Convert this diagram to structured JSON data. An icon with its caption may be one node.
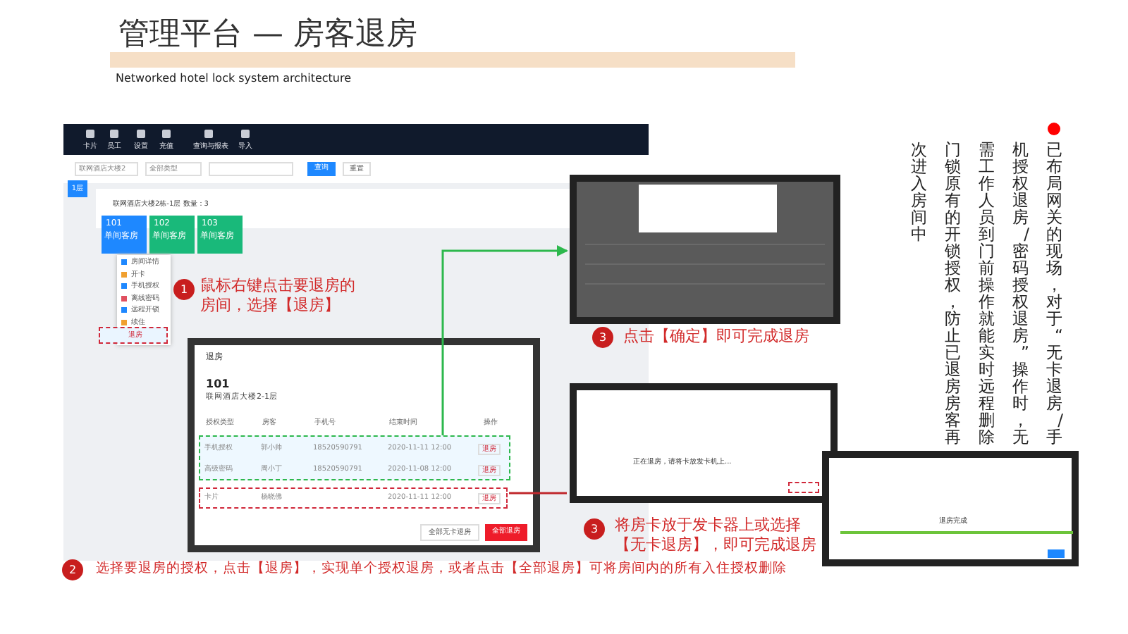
{
  "diagram": {
    "title": "管理平台 — 房客退房",
    "nodes": [
      {
        "text": [],
        "shape": "picture"
      },
      {
        "text": [
          "退房"
        ],
        "in": 0
      },
      {
        "text": [
          "退房",
          "101",
          "联网酒店大楼2-1层"
        ],
        "in": 0
      },
      {
        "text": [
          "手机授权",
          "郭小帅",
          "18520590791",
          "2020-11-11 12:00",
          "退房",
          "高级密码",
          "周小丁",
          "18520590791",
          "2020-11-08 12:00",
          "退房"
        ],
        "in": 2
      },
      {
        "text": [
          "卡片",
          "杨晓佛",
          "2020-11-11 12:00",
          "退房"
        ],
        "in": 2
      },
      {
        "text": [],
        "shape": "picture"
      },
      {
        "text": [
          "正在退房，请将卡放发卡机上..."
        ]
      },
      {
        "text": [
          "退房完成"
        ]
      }
    ],
    "edges": [
      {
        "from": 3,
        "to": 5,
        "arrow": "to",
        "color": "#2db84d"
      },
      {
        "from": 4,
        "to": 6,
        "arrow": "none",
        "color": "#c0282d"
      }
    ],
    "labels": [
      "Networked hotel lock system architecture",
      "卡片",
      "员工",
      "设置",
      "充值",
      "查询与报表",
      "导入",
      "联网酒店大楼2",
      "全部类型",
      "查询",
      "重置",
      "1层",
      "联网酒店大楼2栋-1层 数量：3",
      "101",
      "单间客房",
      "102",
      "单间客房",
      "103",
      "单间客房",
      "房间详情",
      "开卡",
      "手机授权",
      "离线密码",
      "远程开锁",
      "续住",
      "1",
      "鼠标右键点击要退房的房间，选择【退房】",
      "授权类型",
      "房客",
      "手机号",
      "结束时间",
      "操作",
      "全部无卡退房",
      "全部退房",
      "3",
      "点击【确定】即可完成退房",
      "3",
      "将房卡放于发卡器上或选择【无卡退房】，即可完成退房",
      "2",
      "选择要退房的授权，点击【退房】，实现单个授权退房，或者点击【全部退房】可将房间内的所有入住授权删除",
      "已布局网关的现场，对于“无卡退房/手机授权退房/密码授权退房”操作时，无需工作人员到门前操作就能实时远程删除门锁原有的开锁授权，防止已退房房客再次进入房间中"
    ]
  }
}
